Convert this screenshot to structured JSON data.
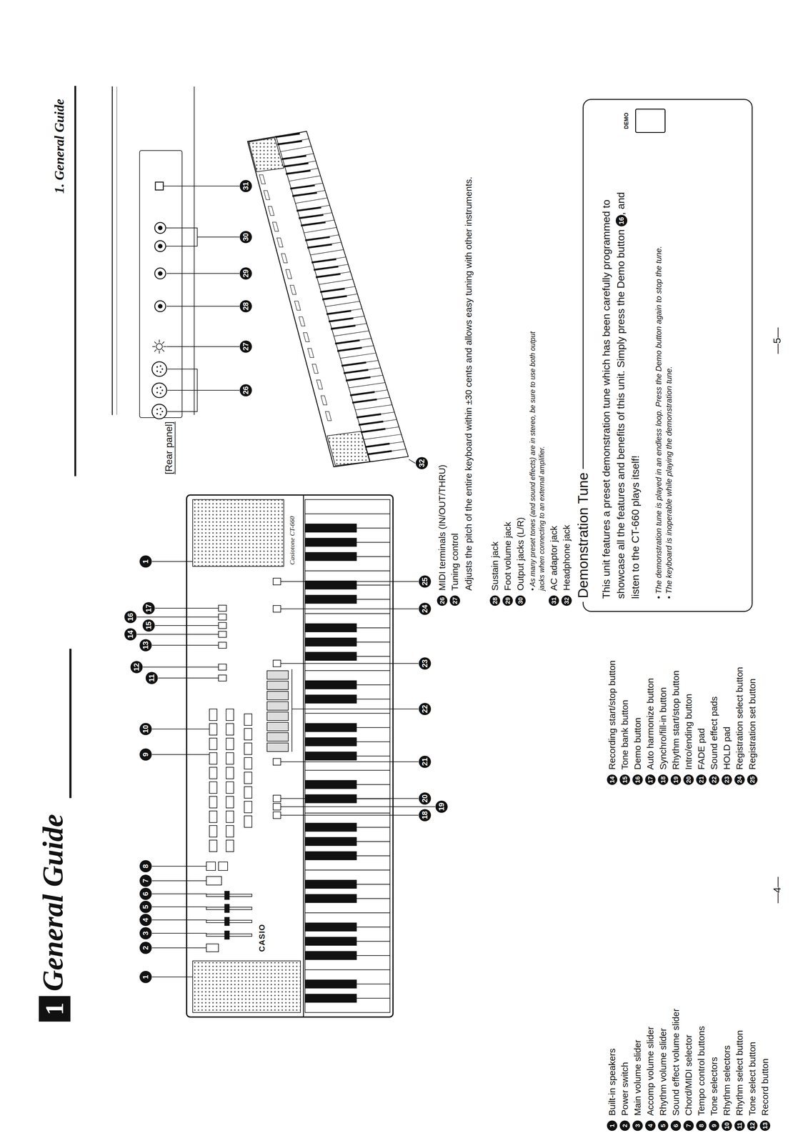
{
  "diagram": {
    "title": "General Guide",
    "nodes": [
      {
        "text": [
          "1"
        ]
      },
      {
        "text": [
          "Demonstration Tune",
          "This unit features a preset demonstration tune which has been carefully programmed to showcase all the features and benefits of this unit. Simply press the Demo button",
          "16",
          ", and listen to the CT-660 plays itself!",
          "• The demonstration tune is played in an endless loop. Press the Demo button again to stop the tune.",
          "• The keyboard is inoperable while playing the demonstration tune."
        ]
      },
      {
        "text": [
          "DEMO"
        ],
        "in": 1
      }
    ],
    "labels": [
      "1. General Guide",
      "1",
      "2",
      "3",
      "4",
      "5",
      "6",
      "7",
      "8",
      "9",
      "10",
      "11",
      "12",
      "13",
      "14",
      "15",
      "16",
      "17",
      "1",
      "18",
      "19",
      "20",
      "21",
      "22",
      "23",
      "24",
      "25",
      "[Rear panel]",
      "26",
      "27",
      "28",
      "29",
      "30",
      "31",
      "32",
      "CASIO",
      "Casiotone CT-660",
      "1",
      "Built-in speakers",
      "2",
      "Power switch",
      "3",
      "Main volume slider",
      "4",
      "Accomp volume slider",
      "5",
      "Rhythm volume slider",
      "6",
      "Sound effect volume slider",
      "7",
      "Chord/MIDI selector",
      "8",
      "Tempo control buttons",
      "9",
      "Tone selectors",
      "10",
      "Rhythm selectors",
      "11",
      "Rhythm select button",
      "12",
      "Tone select button",
      "13",
      "Record button",
      "14",
      "Recording start/stop button",
      "15",
      "Tone bank button",
      "16",
      "Demo button",
      "17",
      "Auto harmonize button",
      "18",
      "Synchro/fill-in button",
      "19",
      "Rhythm start/stop button",
      "20",
      "Intro/ending button",
      "21",
      "FADE pad",
      "22",
      "Sound effect pads",
      "23",
      "HOLD pad",
      "24",
      "Registration select button",
      "25",
      "Registration set button",
      "26",
      "MIDI terminals (IN/OUT/THRU)",
      "27",
      "Tuning control",
      "Adjusts the pitch of the entire keyboard within ±30 cents and allows easy tuning with other instruments.",
      "28",
      "Sustain jack",
      "29",
      "Foot volume jack",
      "30",
      "Output jacks (L/R)",
      "• As many preset tones (and sound effects) are in stereo, be sure to use both output jacks when connecting to an external amplifier.",
      "31",
      "AC adaptor jack",
      "32",
      "Headphone jack",
      "—4—",
      "—5—"
    ]
  }
}
